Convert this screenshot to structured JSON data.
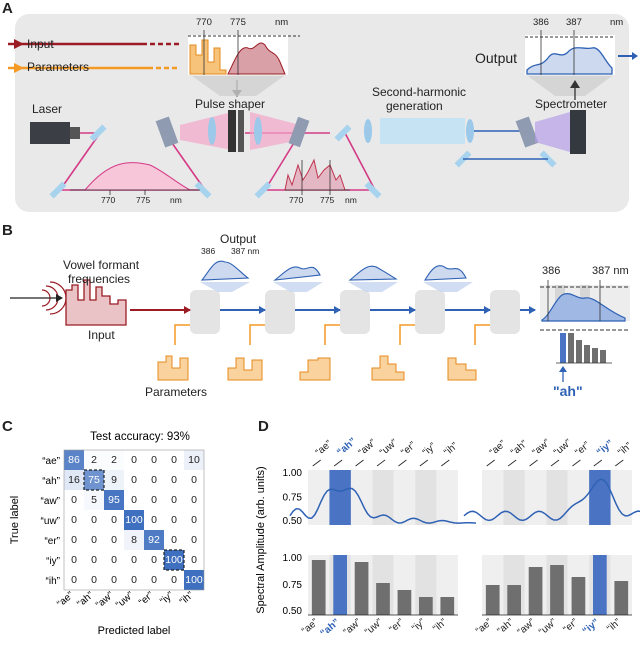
{
  "panels": {
    "a": "A",
    "b": "B",
    "c": "C",
    "d": "D"
  },
  "panel_a": {
    "input_label": "Input",
    "parameters_label": "Parameters",
    "laser_label": "Laser",
    "pulse_shaper_label": "Pulse shaper",
    "shg_label_1": "Second-harmonic",
    "shg_label_2": "generation",
    "spectrometer_label": "Spectrometer",
    "output_label": "Output",
    "ticks_top": [
      "770",
      "775"
    ],
    "unit_nm": "nm",
    "ticks_output": [
      "386",
      "387"
    ],
    "ticks_laser": [
      "770",
      "775"
    ],
    "ticks_shaped": [
      "770",
      "775"
    ]
  },
  "panel_b": {
    "vowel_1": "Vowel formant",
    "vowel_2": "frequencies",
    "input_label": "Input",
    "output_label": "Output",
    "tick_386": "386",
    "tick_387": "387 nm",
    "parameters_label": "Parameters",
    "big_tick_386": "386",
    "big_tick_387": "387 nm",
    "predicted": "\"ah\""
  },
  "chart_data": [
    {
      "type": "heatmap",
      "title": "Test accuracy: 93%",
      "xlabel": "Predicted label",
      "ylabel": "True label",
      "row_labels": [
        "“ae”",
        "“ah”",
        "“aw”",
        "“uw”",
        "“er”",
        "“iy”",
        "“ih”"
      ],
      "col_labels": [
        "“ae”",
        "“ah”",
        "“aw”",
        "“uw”",
        "“er”",
        "“iy”",
        "“ih”"
      ],
      "values": [
        [
          86,
          2,
          2,
          0,
          0,
          0,
          10
        ],
        [
          16,
          75,
          9,
          0,
          0,
          0,
          0
        ],
        [
          0,
          5,
          95,
          0,
          0,
          0,
          0
        ],
        [
          0,
          0,
          0,
          100,
          0,
          0,
          0
        ],
        [
          0,
          0,
          0,
          8,
          92,
          0,
          0
        ],
        [
          0,
          0,
          0,
          0,
          0,
          100,
          0
        ],
        [
          0,
          0,
          0,
          0,
          0,
          0,
          100
        ]
      ],
      "colors": {
        "high": "#3f6fbf",
        "low": "#ffffff"
      }
    },
    {
      "type": "bar",
      "ylabel": "Spectral Amplitude (arb. units)",
      "categories": [
        "“ae”",
        "“ah”",
        "“aw”",
        "“uw”",
        "“er”",
        "“iy”",
        "“ih”"
      ],
      "highlight": 1,
      "values": [
        0.95,
        1.0,
        0.93,
        0.72,
        0.65,
        0.58,
        0.58
      ],
      "ylim": [
        0.4,
        1.0
      ],
      "yticks": [
        "1.00",
        "0.75",
        "0.50"
      ]
    },
    {
      "type": "bar",
      "categories": [
        "“ae”",
        "“ah”",
        "“aw”",
        "“uw”",
        "“er”",
        "“iy”",
        "“ih”"
      ],
      "highlight": 5,
      "values": [
        0.7,
        0.7,
        0.88,
        0.9,
        0.78,
        1.0,
        0.74
      ],
      "ylim": [
        0.4,
        1.0
      ],
      "yticks": [
        "1.00",
        "0.75",
        "0.50"
      ]
    }
  ],
  "colors": {
    "input": "#9b1c25",
    "parameters": "#f39a25",
    "output": "#2f62b5",
    "highlight": "#4a73c3",
    "bar": "#6f6f6f"
  }
}
